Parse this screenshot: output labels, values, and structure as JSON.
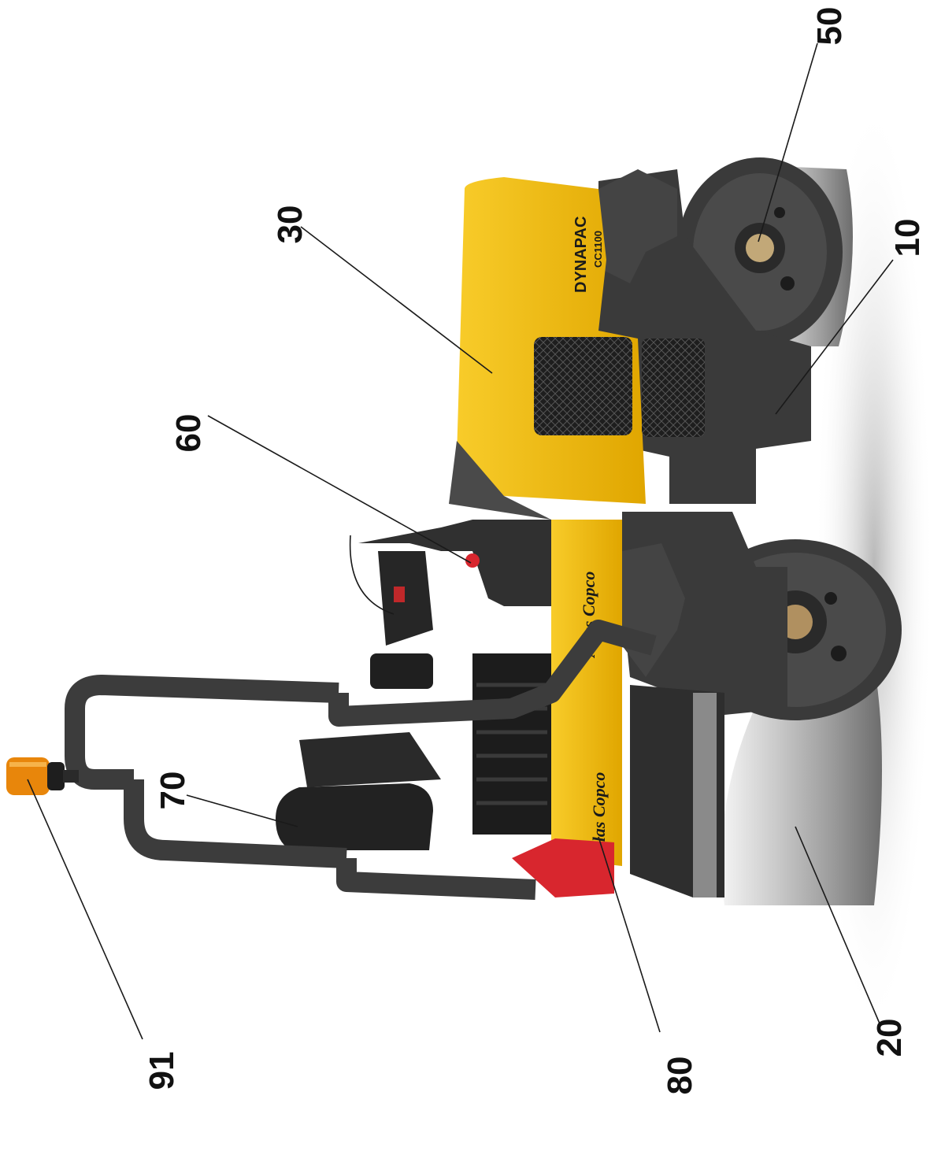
{
  "diagram": {
    "callouts": [
      {
        "id": "10",
        "label": "10"
      },
      {
        "id": "20",
        "label": "20"
      },
      {
        "id": "30",
        "label": "30"
      },
      {
        "id": "50",
        "label": "50"
      },
      {
        "id": "60",
        "label": "60"
      },
      {
        "id": "70",
        "label": "70"
      },
      {
        "id": "80",
        "label": "80"
      },
      {
        "id": "91",
        "label": "91"
      }
    ]
  },
  "machine": {
    "brand": "DYNAPAC",
    "model": "CC1100",
    "manufacturer": "Atlas Copco"
  },
  "colors": {
    "body_yellow": "#F2B705",
    "chassis_grey": "#3a3a3a",
    "drum_steel": "#b8b8b8",
    "beacon_orange": "#E8860B",
    "guard_red": "#D8262E"
  }
}
